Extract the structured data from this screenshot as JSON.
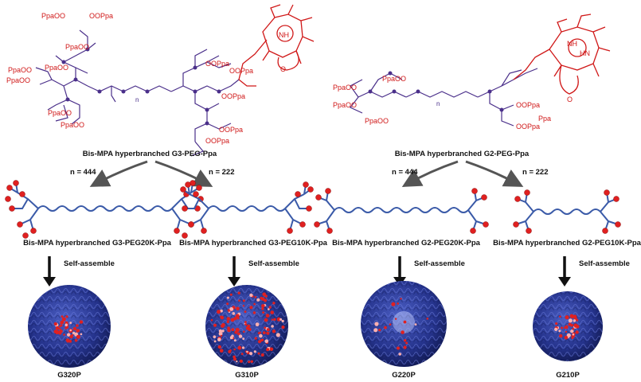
{
  "molecules": {
    "g3": {
      "title": "Bis-MPA hyperbranched G3-PEG-Ppa"
    },
    "g2": {
      "title": "Bis-MPA hyperbranched G2-PEG-Ppa"
    }
  },
  "branches": [
    {
      "n_label": "n = 444",
      "polymer": "Bis-MPA hyperbranched G3-PEG20K-Ppa",
      "step": "Self-assemble",
      "particle": "G320P"
    },
    {
      "n_label": "n = 222",
      "polymer": "Bis-MPA hyperbranched G3-PEG10K-Ppa",
      "step": "Self-assemble",
      "particle": "G310P"
    },
    {
      "n_label": "n = 444",
      "polymer": "Bis-MPA hyperbranched G2-PEG20K-Ppa",
      "step": "Self-assemble",
      "particle": "G220P"
    },
    {
      "n_label": "n = 222",
      "polymer": "Bis-MPA hyperbranched G2-PEG10K-Ppa",
      "step": "Self-assemble",
      "particle": "G210P"
    }
  ],
  "chem": {
    "ppa_end": "OOPpa",
    "ppa_start": "PpaOO",
    "ppa": "Ppa",
    "nh": "NH",
    "hn": "HN",
    "n_sub": "n",
    "o": "O"
  },
  "colors": {
    "backbone": "#4a2f8a",
    "ppa": "#d01818",
    "chain": "#3a5aa8",
    "bead": "#e02020",
    "arrow": "#555555",
    "particle": "#2a3a9a"
  }
}
